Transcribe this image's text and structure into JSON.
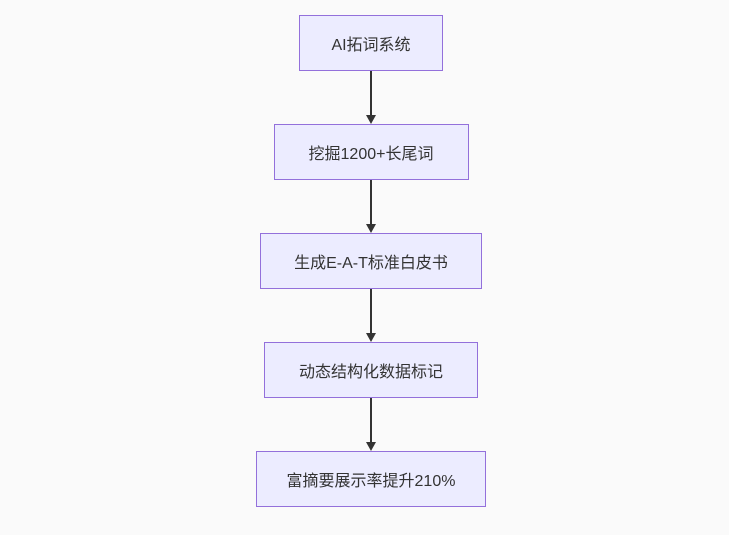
{
  "flowchart": {
    "direction": "top-down",
    "nodes": [
      {
        "label": "AI拓词系统"
      },
      {
        "label": "挖掘1200+长尾词"
      },
      {
        "label": "生成E-A-T标准白皮书"
      },
      {
        "label": "动态结构化数据标记"
      },
      {
        "label": "富摘要展示率提升210%"
      }
    ],
    "edges": [
      {
        "from": 0,
        "to": 1
      },
      {
        "from": 1,
        "to": 2
      },
      {
        "from": 2,
        "to": 3
      },
      {
        "from": 3,
        "to": 4
      }
    ],
    "colors": {
      "node_fill": "#ECECFF",
      "node_border": "#9370DB",
      "arrow": "#333333",
      "text": "#333333",
      "background": "#FAFAFA"
    }
  }
}
